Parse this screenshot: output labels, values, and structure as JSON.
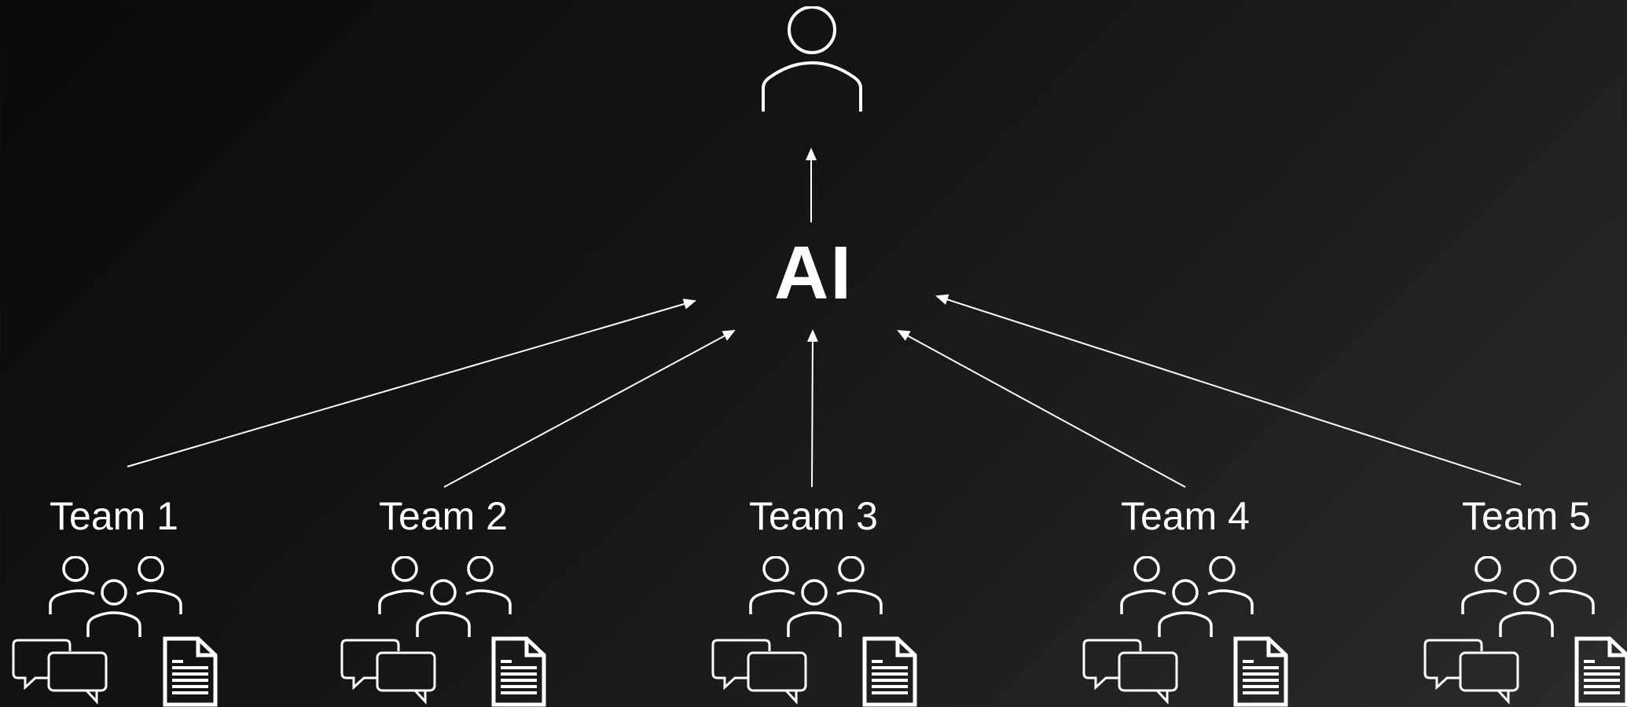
{
  "center": {
    "label": "AI"
  },
  "top_node": {
    "icon": "user-icon"
  },
  "teams": [
    {
      "label": "Team 1",
      "icons": [
        "users-group-icon",
        "chat-bubbles-icon",
        "document-icon"
      ]
    },
    {
      "label": "Team 2",
      "icons": [
        "users-group-icon",
        "chat-bubbles-icon",
        "document-icon"
      ]
    },
    {
      "label": "Team 3",
      "icons": [
        "users-group-icon",
        "chat-bubbles-icon",
        "document-icon"
      ]
    },
    {
      "label": "Team 4",
      "icons": [
        "users-group-icon",
        "chat-bubbles-icon",
        "document-icon"
      ]
    },
    {
      "label": "Team 5",
      "icons": [
        "users-group-icon",
        "chat-bubbles-icon",
        "document-icon"
      ]
    }
  ],
  "colors": {
    "foreground": "#ffffff",
    "background_start": "#0b0b0b",
    "background_end": "#2b2b2b"
  }
}
